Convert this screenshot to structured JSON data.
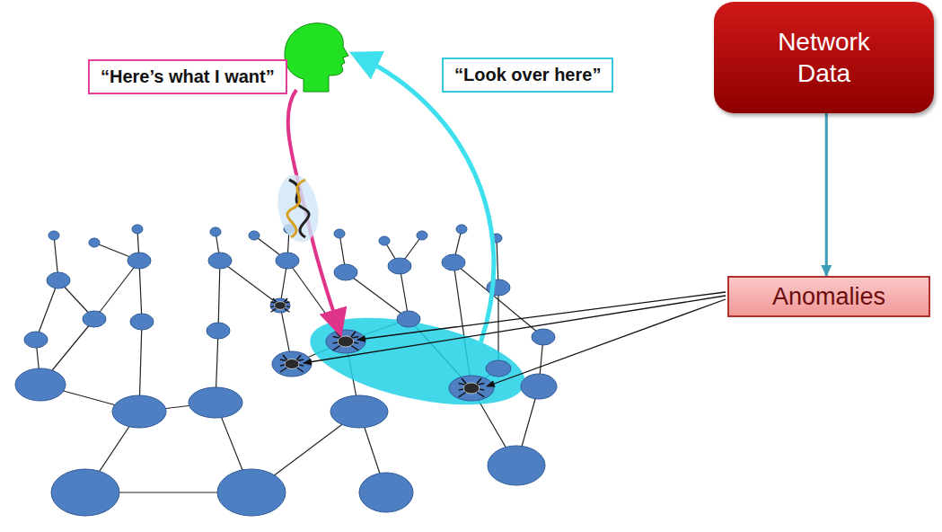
{
  "diagram": {
    "nodes": [
      {
        "text": [
          "“Here’s what I want”"
        ]
      },
      {
        "text": [
          "“Look over here”"
        ]
      },
      {
        "text": [
          "Network Data"
        ]
      },
      {
        "text": [
          "Anomalies"
        ]
      }
    ],
    "edges": [
      {
        "from": 2,
        "to": 3,
        "arrow": "to"
      }
    ]
  }
}
